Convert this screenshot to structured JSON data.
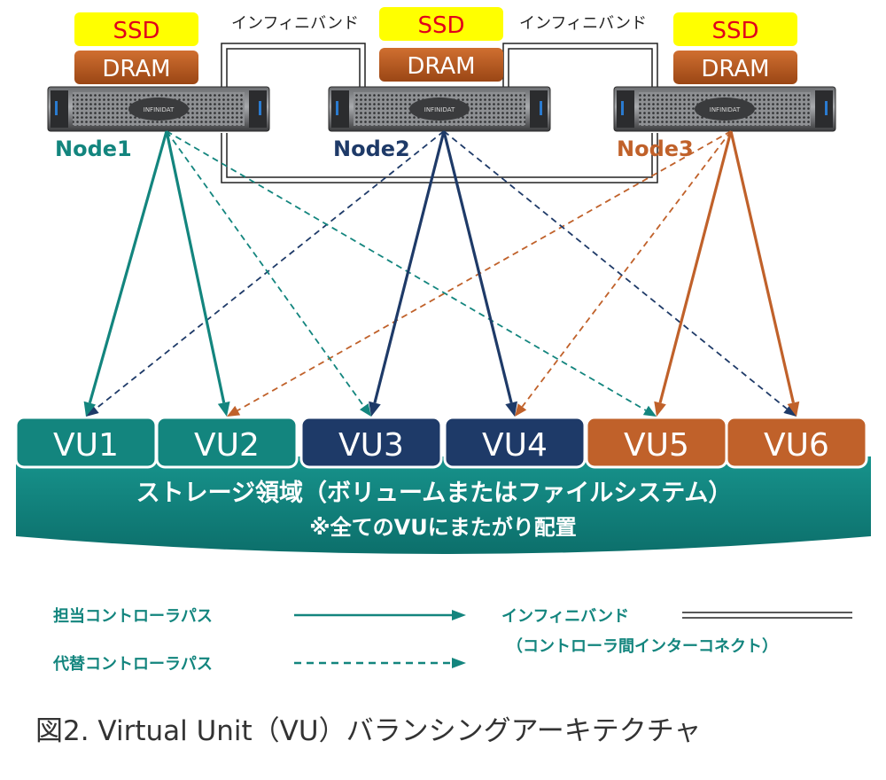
{
  "nodes": [
    {
      "name": "Node1",
      "ssd": "SSD",
      "dram": "DRAM",
      "color": "#13857e"
    },
    {
      "name": "Node2",
      "ssd": "SSD",
      "dram": "DRAM",
      "color": "#1e3a68"
    },
    {
      "name": "Node3",
      "ssd": "SSD",
      "dram": "DRAM",
      "color": "#c0612a"
    }
  ],
  "server_brand": "INFINIDAT",
  "infiniband_labels": [
    "インフィニバンド",
    "インフィニバンド"
  ],
  "vus": [
    {
      "label": "VU1",
      "color": "#13857e",
      "primary_node": 1,
      "alternate_node": 2
    },
    {
      "label": "VU2",
      "color": "#13857e",
      "primary_node": 1,
      "alternate_node": 3
    },
    {
      "label": "VU3",
      "color": "#1e3a68",
      "primary_node": 2,
      "alternate_node": 1
    },
    {
      "label": "VU4",
      "color": "#1e3a68",
      "primary_node": 2,
      "alternate_node": 3
    },
    {
      "label": "VU5",
      "color": "#c0612a",
      "primary_node": 3,
      "alternate_node": 1
    },
    {
      "label": "VU6",
      "color": "#c0612a",
      "primary_node": 3,
      "alternate_node": 2
    }
  ],
  "storage": {
    "title": "ストレージ領域（ボリュームまたはファイルシステム）",
    "subtitle": "※全てのVUにまたがり配置",
    "color": "#0f8480"
  },
  "legend": {
    "primary_path": "担当コントローラパス",
    "alternate_path": "代替コントローラパス",
    "infiniband": "インフィニバンド",
    "infiniband_note": "（コントローラ間インターコネクト）",
    "color": "#13857e"
  },
  "colors": {
    "ssd_fill": "#ffff00",
    "ssd_text": "#e0001b",
    "dram_fill": "#b85a20",
    "dram_text": "#ffffff"
  },
  "caption": "図2.  Virtual Unit（VU）バランシングアーキテクチャ"
}
